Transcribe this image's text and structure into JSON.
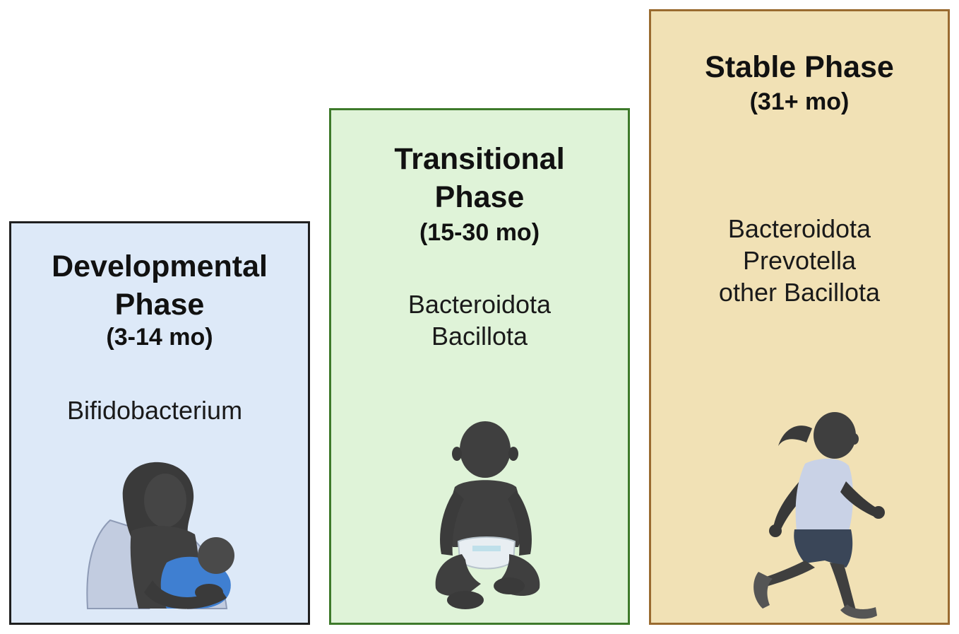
{
  "colors": {
    "developmental_bg": "#dde9f8",
    "developmental_border": "#1f1f1f",
    "transitional_bg": "#dff3d8",
    "transitional_border": "#3e7a2b",
    "stable_bg": "#f1e1b5",
    "stable_border": "#9a6b30",
    "silhouette": "#3d3d3d",
    "shirt": "#c9d2e6",
    "shorts": "#3a4658",
    "wrap": "#3f7fd1",
    "diaper": "#e8eef2"
  },
  "phases": [
    {
      "title_line1": "Developmental",
      "title_line2": "Phase",
      "age": "(3-14 mo)",
      "taxa": [
        "Bifidobacterium"
      ],
      "illustration": "breastfeeding-mother-icon"
    },
    {
      "title_line1": "Transitional",
      "title_line2": "Phase",
      "age": "(15-30 mo)",
      "taxa": [
        "Bacteroidota",
        "Bacillota"
      ],
      "illustration": "sitting-baby-icon"
    },
    {
      "title_line1": "Stable Phase",
      "title_line2": "",
      "age": "(31+ mo)",
      "taxa": [
        "Bacteroidota",
        "Prevotella",
        "other Bacillota"
      ],
      "illustration": "running-child-icon"
    }
  ]
}
